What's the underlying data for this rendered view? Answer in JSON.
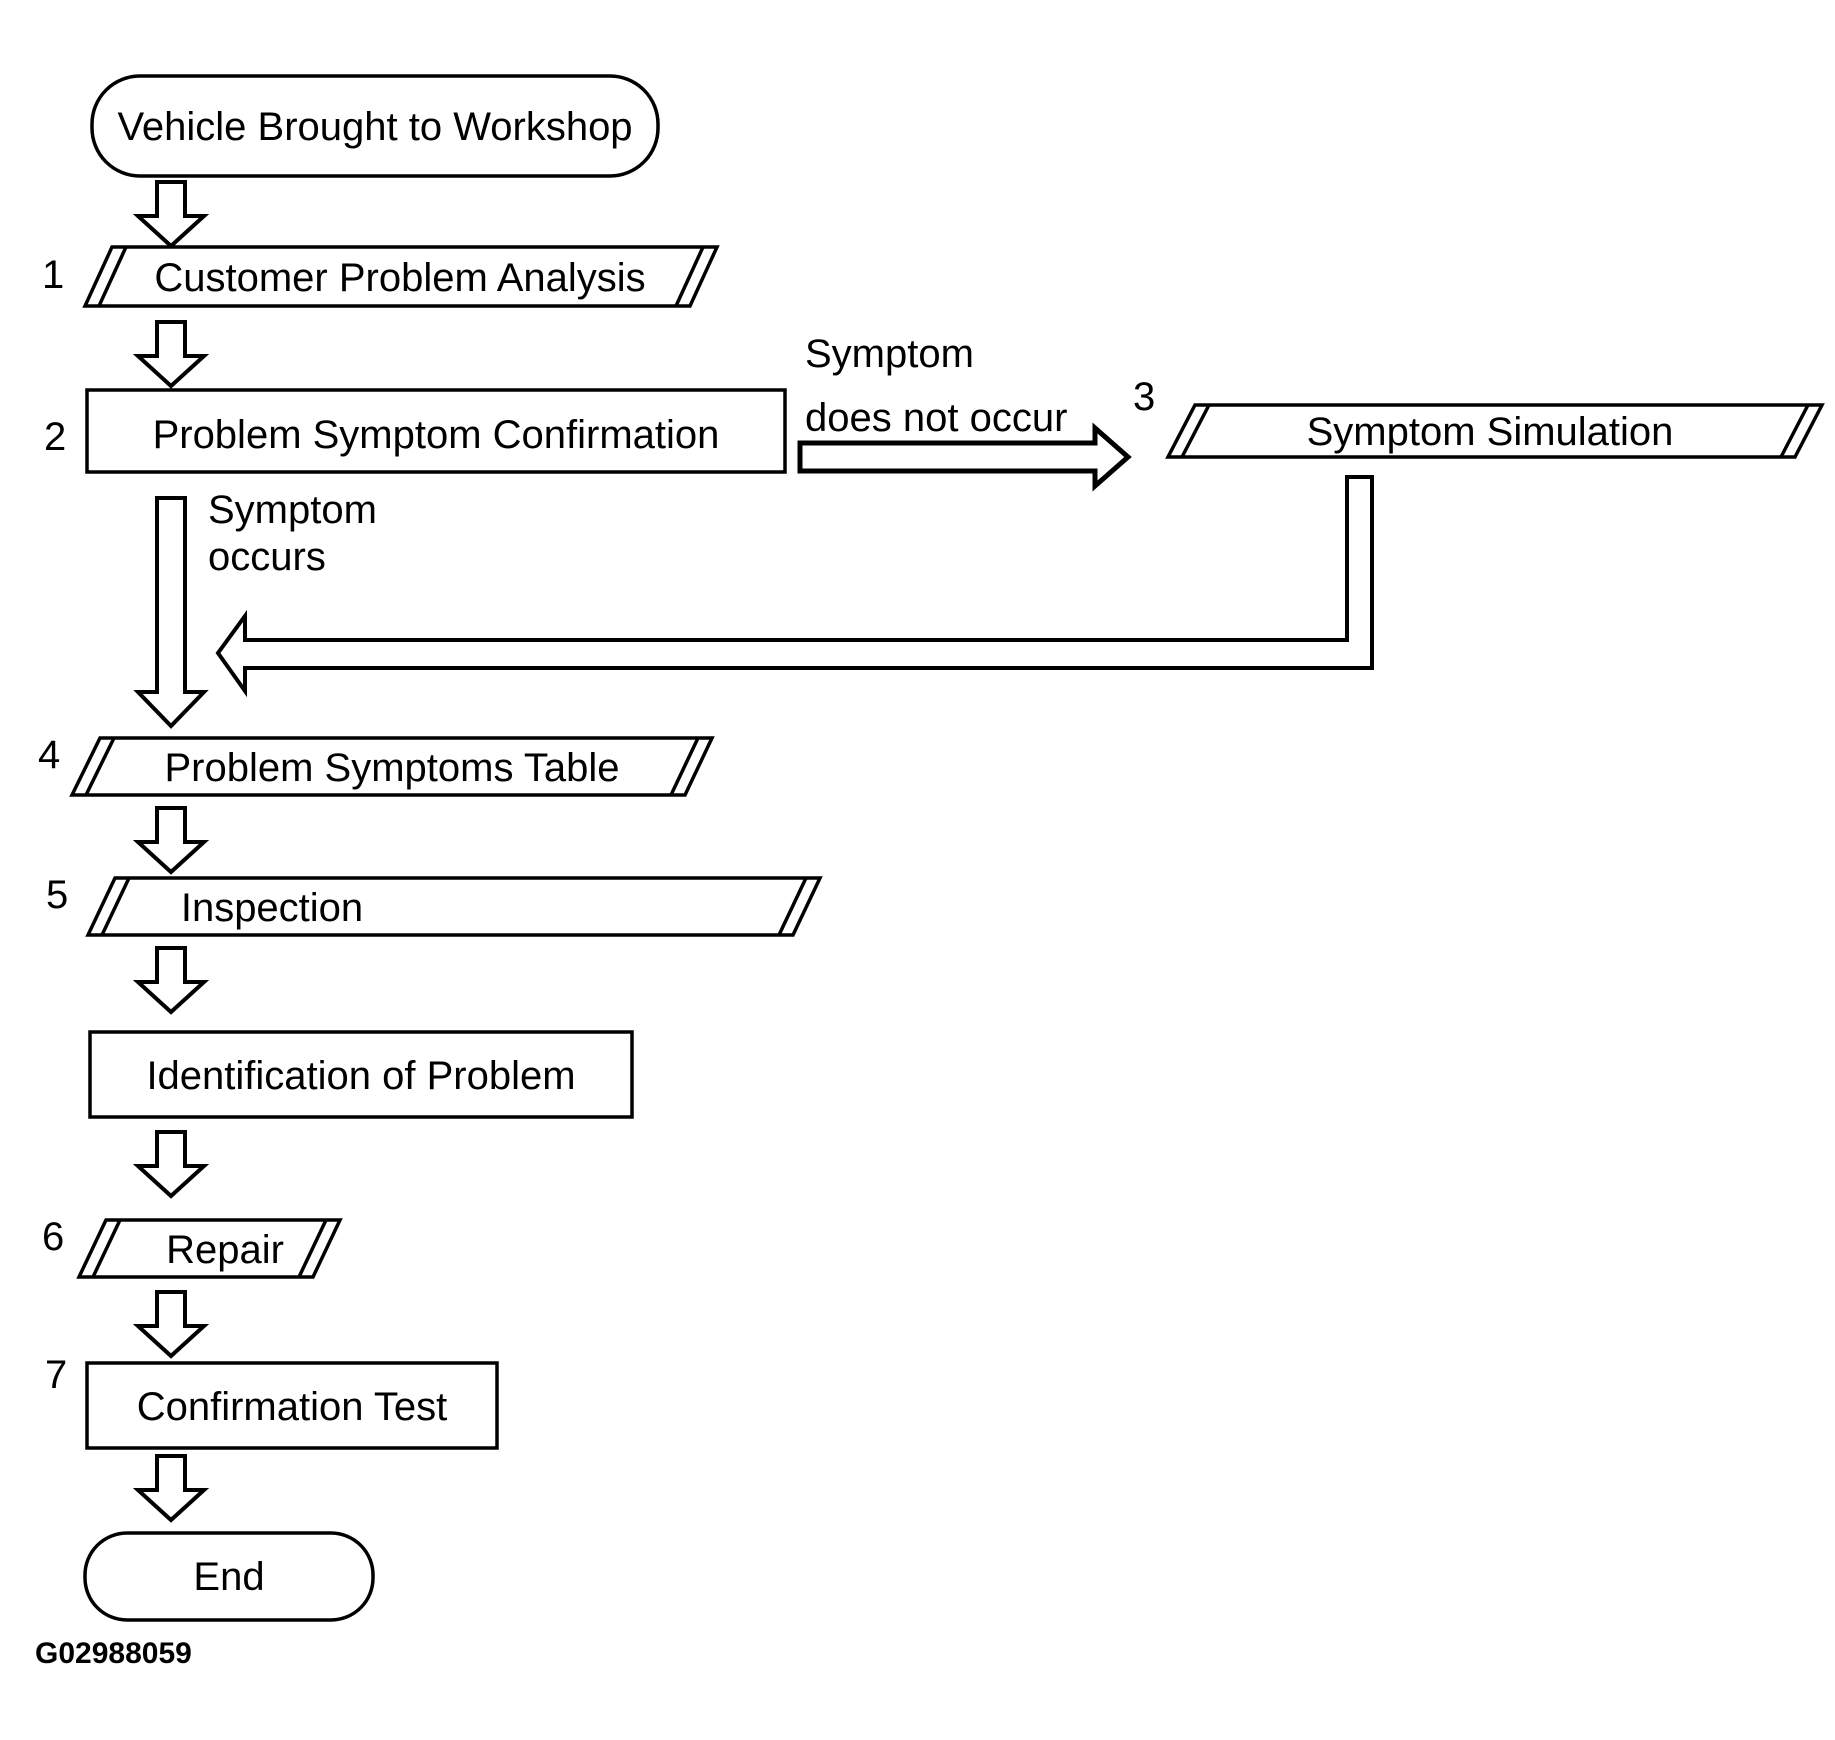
{
  "diagram": {
    "nodes": {
      "start": {
        "label": "Vehicle Brought to Workshop"
      },
      "step1": {
        "number": "1",
        "label": "Customer Problem Analysis"
      },
      "step2": {
        "number": "2",
        "label": "Problem Symptom Confirmation"
      },
      "step3": {
        "number": "3",
        "label": "Symptom Simulation"
      },
      "step4": {
        "number": "4",
        "label": "Problem Symptoms Table"
      },
      "step5": {
        "number": "5",
        "label": "Inspection"
      },
      "identification": {
        "label": "Identification of Problem"
      },
      "step6": {
        "number": "6",
        "label": "Repair"
      },
      "step7": {
        "number": "7",
        "label": "Confirmation Test"
      },
      "end": {
        "label": "End"
      }
    },
    "edges": {
      "not_occur": {
        "line1": "Symptom",
        "line2": "does not occur"
      },
      "occurs": {
        "line1": "Symptom",
        "line2": "occurs"
      }
    },
    "figure_code": "G02988059",
    "colors": {
      "line": "#000000",
      "background": "#ffffff"
    }
  }
}
